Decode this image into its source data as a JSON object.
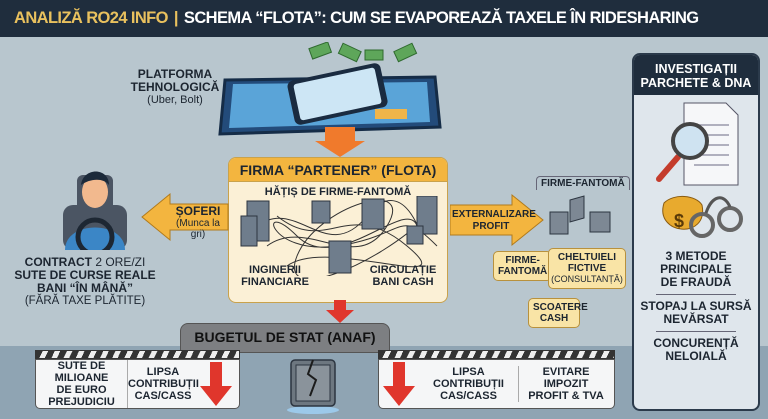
{
  "header": {
    "brand": "ANALIZĂ RO24 INFO",
    "separator": "|",
    "title": "SCHEMA “FLOTA”: CUM SE EVAPOREAZĂ TAXELE ÎN RIDESHARING"
  },
  "platform": {
    "title_line1": "PLATFORMA",
    "title_line2": "TEHNOLOGICĂ",
    "subtitle": "(Uber, Bolt)"
  },
  "firm": {
    "title": "FIRMA “PARTENER” (FLOTA)",
    "subtitle": "HĂȚIȘ DE FIRME-FANTOMĂ",
    "left_label_1": "INGINERII",
    "left_label_2": "FINANCIARE",
    "right_label_1": "CIRCULAȚIE",
    "right_label_2": "BANI CASH"
  },
  "drivers": {
    "arrow_label": "ȘOFERI",
    "arrow_sub": "(Munca la gri)",
    "line1_bold": "CONTRACT",
    "line1_rest": "2 ORE/ZI",
    "line2": "SUTE DE CURSE REALE",
    "line3": "BANI “ÎN MÂNĂ”",
    "line4": "(FĂRĂ TAXE PLĂTITE)"
  },
  "outsourcing": {
    "arrow_label_1": "EXTERNALIZARE",
    "arrow_label_2": "PROFIT",
    "group_label": "FIRME-FANTOMĂ",
    "callouts": [
      {
        "line1": "FIRME-",
        "line2": "FANTOMĂ"
      },
      {
        "line1": "CHELTUIELI",
        "line2": "FICTIVE",
        "line3": "(CONSULTANȚĂ)"
      },
      {
        "line1": "SCOATERE",
        "line2": "CASH"
      }
    ]
  },
  "budget": {
    "title": "BUGETUL DE STAT (ANAF)",
    "left": [
      {
        "lines": [
          "SUTE DE MILIOANE",
          "DE EURO",
          "PREJUDICIU"
        ]
      },
      {
        "lines": [
          "LIPSA",
          "CONTRIBUȚII",
          "CAS/CASS"
        ]
      }
    ],
    "right": [
      {
        "lines": [
          "LIPSA",
          "CONTRIBUȚII",
          "CAS/CASS"
        ]
      },
      {
        "lines": [
          "EVITARE",
          "IMPOZIT",
          "PROFIT & TVA"
        ]
      }
    ]
  },
  "sidebar": {
    "title_1": "INVESTIGAȚII",
    "title_2": "PARCHETE & DNA",
    "items": [
      {
        "lines": [
          "3 METODE",
          "PRINCIPALE",
          "DE FRAUDĂ"
        ]
      },
      {
        "lines": [
          "STOPAJ LA SURSĂ",
          "NEVĂRSAT"
        ]
      },
      {
        "lines": [
          "CONCURENȚĂ",
          "NELOIALĂ"
        ]
      }
    ]
  },
  "colors": {
    "header_bg": "#1f2d3d",
    "brand": "#e9c15e",
    "accent_orange": "#f3b53f",
    "arrow_red": "#e0362c",
    "background": "#b8c6ce"
  }
}
